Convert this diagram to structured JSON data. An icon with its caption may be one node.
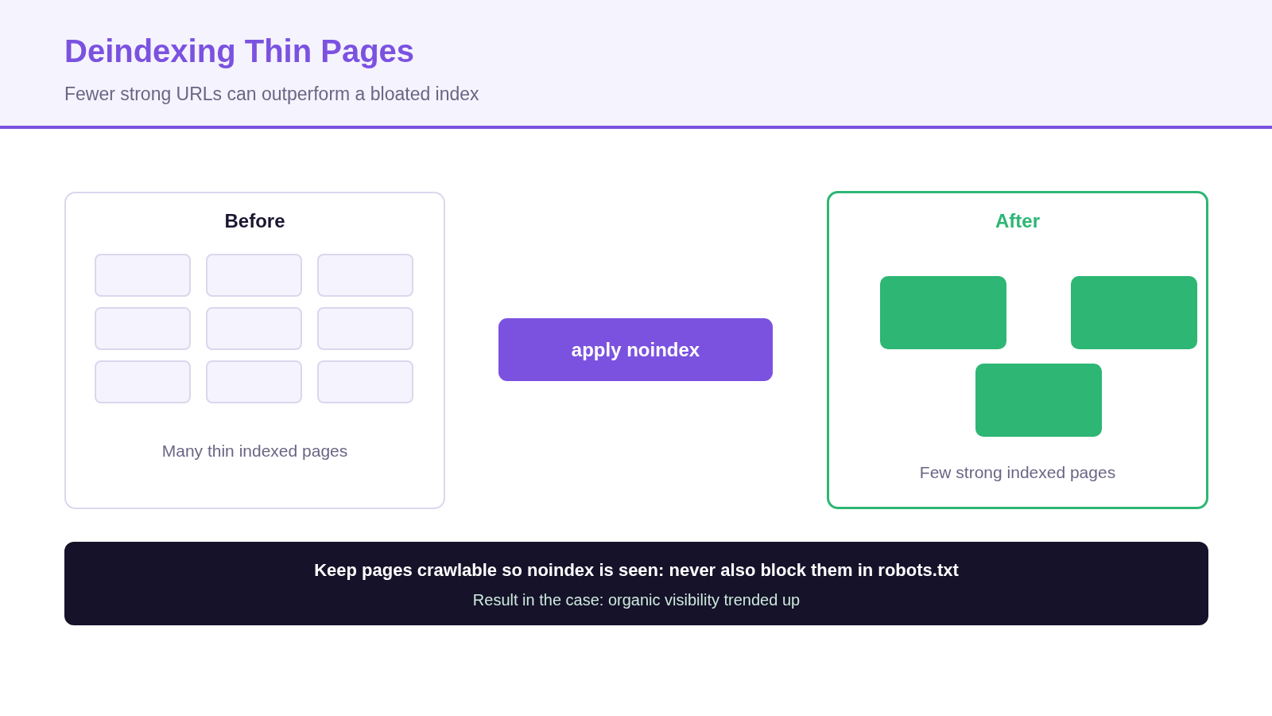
{
  "diagram": {
    "title": "Deindexing Thin Pages",
    "nodes": [
      {
        "text": [
          "Before",
          "Many thin indexed pages"
        ]
      },
      {
        "text": [],
        "shape": "box",
        "in": 0
      },
      {
        "text": [],
        "shape": "box",
        "in": 0
      },
      {
        "text": [],
        "shape": "box",
        "in": 0
      },
      {
        "text": [],
        "shape": "box",
        "in": 0
      },
      {
        "text": [],
        "shape": "box",
        "in": 0
      },
      {
        "text": [],
        "shape": "box",
        "in": 0
      },
      {
        "text": [],
        "shape": "box",
        "in": 0
      },
      {
        "text": [],
        "shape": "box",
        "in": 0
      },
      {
        "text": [],
        "shape": "box",
        "in": 0
      },
      {
        "text": [
          "apply noindex"
        ]
      },
      {
        "text": [
          "After",
          "Few strong indexed pages"
        ]
      },
      {
        "text": [],
        "shape": "box",
        "in": 11
      },
      {
        "text": [],
        "shape": "box",
        "in": 11
      },
      {
        "text": [],
        "shape": "box",
        "in": 11
      },
      {
        "text": [
          "Keep pages crawlable so noindex is seen: never also block them in robots.txt",
          "Result in the case: organic visibility trended up"
        ]
      }
    ],
    "labels": [
      "Fewer strong URLs can outperform a bloated index"
    ]
  }
}
